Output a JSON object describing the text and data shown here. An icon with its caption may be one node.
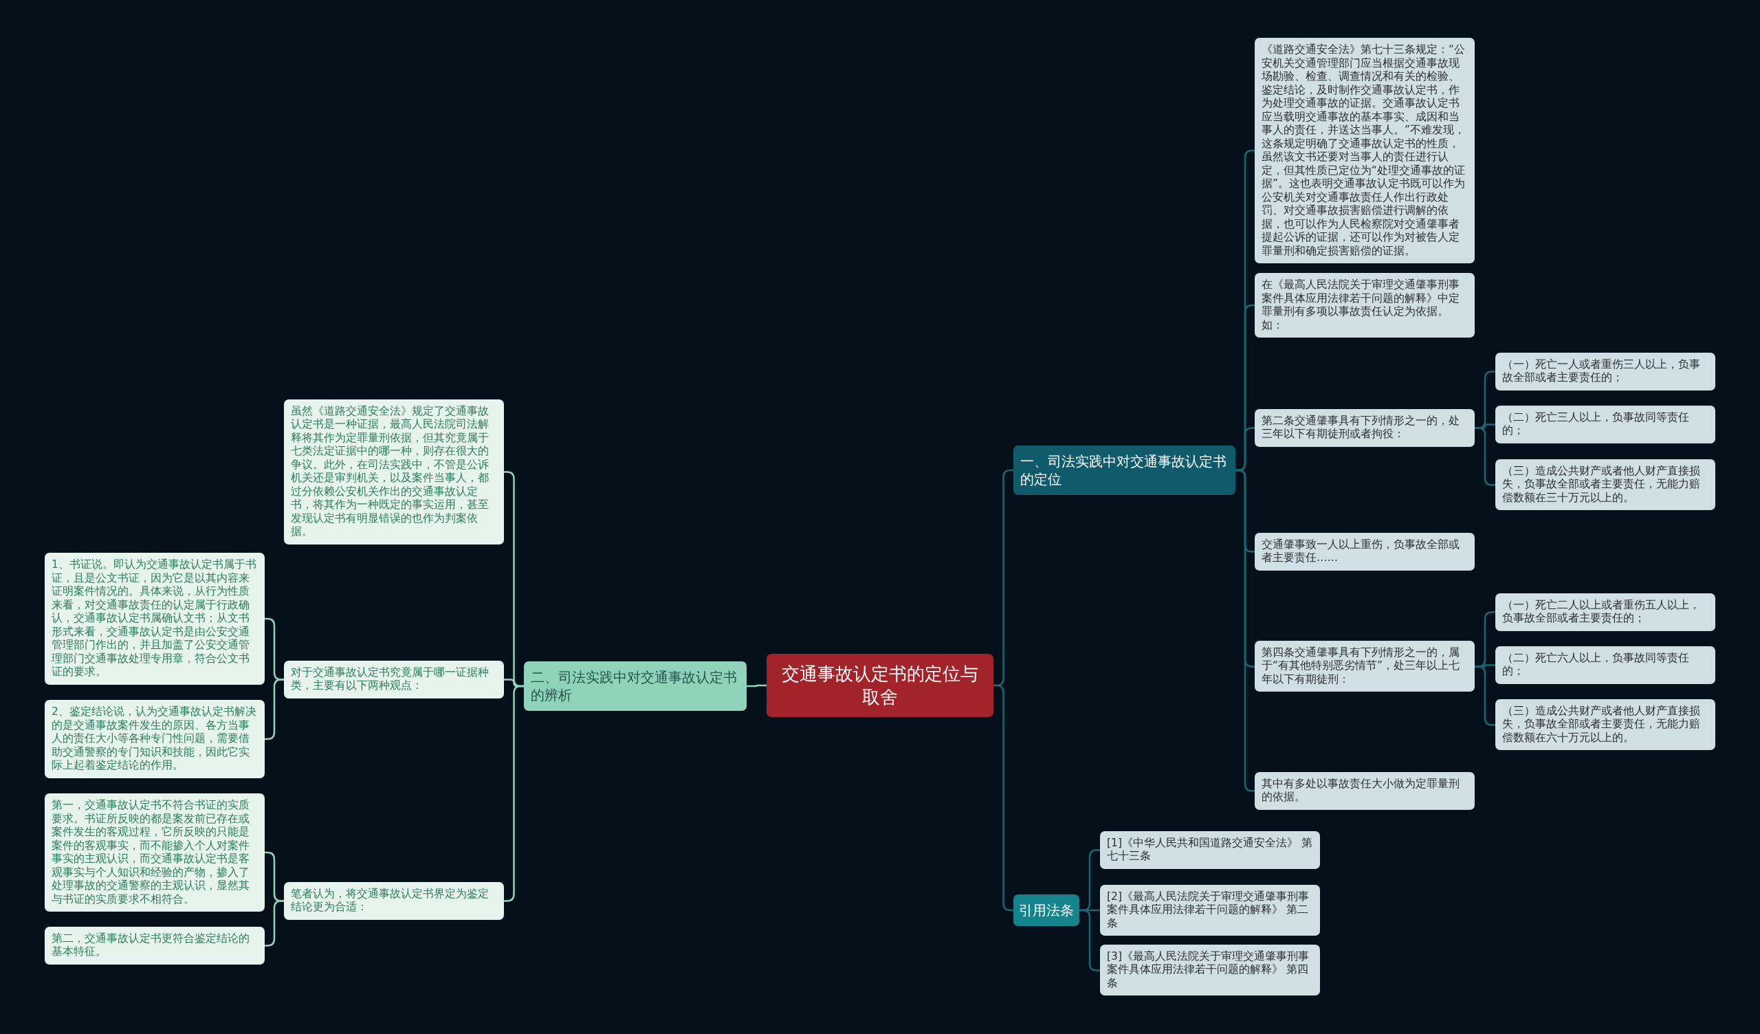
{
  "diagram": {
    "nodes": [
      {
        "text": [
          "交通事故认定书的定位与取舍"
        ]
      },
      {
        "text": [
          "一、司法实践中对交通事故认定书的定位"
        ]
      },
      {
        "text": [
          "《道路交通安全法》第七十三条规定：“公安机关交通管理部门应当根据交通事故现场勘验、检查、调查情况和有关的检验、鉴定结论，及时制作交通事故认定书，作为处理交通事故的证据。交通事故认定书应当载明交通事故的基本事实、成因和当事人的责任，并送达当事人。”不难发现，这条规定明确了交通事故认定书的性质，虽然该文书还要对当事人的责任进行认定，但其性质已定位为“处理交通事故的证据”。这也表明交通事故认定书既可以作为公安机关对交通事故责任人作出行政处罚、对交通事故损害赔偿进行调解的依据，也可以作为人民检察院对交通肇事者提起公诉的证据，还可以作为对被告人定罪量刑和确定损害赔偿的证据。"
        ]
      },
      {
        "text": [
          "在《最高人民法院关于审理交通肇事刑事案件具体应用法律若干问题的解释》中定罪量刑有多项以事故责任认定为依据。如："
        ]
      },
      {
        "text": [
          "第二条交通肇事具有下列情形之一的，处三年以下有期徒刑或者拘役："
        ]
      },
      {
        "text": [
          "（一）死亡一人或者重伤三人以上，负事故全部或者主要责任的；"
        ]
      },
      {
        "text": [
          "（二）死亡三人以上，负事故同等责任的；"
        ]
      },
      {
        "text": [
          "（三）造成公共财产或者他人财产直接损失，负事故全部或者主要责任，无能力赔偿数额在三十万元以上的。"
        ]
      },
      {
        "text": [
          "交通肇事致一人以上重伤，负事故全部或者主要责任……"
        ]
      },
      {
        "text": [
          "第四条交通肇事具有下列情形之一的，属于“有其他特别恶劣情节”，处三年以上七年以下有期徒刑："
        ]
      },
      {
        "text": [
          "（一）死亡二人以上或者重伤五人以上，负事故全部或者主要责任的；"
        ]
      },
      {
        "text": [
          "（二）死亡六人以上，负事故同等责任的；"
        ]
      },
      {
        "text": [
          "（三）造成公共财产或者他人财产直接损失，负事故全部或者主要责任，无能力赔偿数额在六十万元以上的。"
        ]
      },
      {
        "text": [
          "其中有多处以事故责任大小做为定罪量刑的依据。"
        ]
      },
      {
        "text": [
          "引用法条"
        ]
      },
      {
        "text": [
          "[1]《中华人民共和国道路交通安全法》 第七十三条"
        ]
      },
      {
        "text": [
          "[2]《最高人民法院关于审理交通肇事刑事案件具体应用法律若干问题的解释》 第二条"
        ]
      },
      {
        "text": [
          "[3]《最高人民法院关于审理交通肇事刑事案件具体应用法律若干问题的解释》 第四条"
        ]
      },
      {
        "text": [
          "二、司法实践中对交通事故认定书的辨析"
        ]
      },
      {
        "text": [
          "虽然《道路交通安全法》规定了交通事故认定书是一种证据，最高人民法院司法解释将其作为定罪量刑依据，但其究竟属于七类法定证据中的哪一种，则存在很大的争议。此外，在司法实践中，不管是公诉机关还是审判机关，以及案件当事人，都过分依赖公安机关作出的交通事故认定书，将其作为一种既定的事实运用，甚至发现认定书有明显错误的也作为判案依据。"
        ]
      },
      {
        "text": [
          "对于交通事故认定书究竟属于哪一证据种类，主要有以下两种观点："
        ]
      },
      {
        "text": [
          "1、书证说。即认为交通事故认定书属于书证，且是公文书证，因为它是以其内容来证明案件情况的。具体来说，从行为性质来看，对交通事故责任的认定属于行政确认，交通事故认定书属确认文书；从文书形式来看，交通事故认定书是由公安交通管理部门作出的，并且加盖了公安交通管理部门交通事故处理专用章，符合公文书证的要求。"
        ]
      },
      {
        "text": [
          "2、鉴定结论说，认为交通事故认定书解决的是交通事故案件发生的原因、各方当事人的责任大小等各种专门性问题，需要借助交通警察的专门知识和技能，因此它实际上起着鉴定结论的作用。"
        ]
      },
      {
        "text": [
          "笔者认为，将交通事故认定书界定为鉴定结论更为合适："
        ]
      },
      {
        "text": [
          "第一，交通事故认定书不符合书证的实质要求。书证所反映的都是案发前已存在或案件发生的客观过程，它所反映的只能是案件的客观事实，而不能掺入个人对案件事实的主观认识，而交通事故认定书是客观事实与个人知识和经验的产物，掺入了处理事故的交通警察的主观认识，显然其与书证的实质要求不相符合。"
        ]
      },
      {
        "text": [
          "第二，交通事故认定书更符合鉴定结论的基本特征。"
        ]
      }
    ],
    "edges": [
      {
        "from": 0,
        "to": 1,
        "arrow": "none"
      },
      {
        "from": 1,
        "to": 2,
        "arrow": "none"
      },
      {
        "from": 1,
        "to": 3,
        "arrow": "none"
      },
      {
        "from": 1,
        "to": 4,
        "arrow": "none"
      },
      {
        "from": 4,
        "to": 5,
        "arrow": "none"
      },
      {
        "from": 4,
        "to": 6,
        "arrow": "none"
      },
      {
        "from": 4,
        "to": 7,
        "arrow": "none"
      },
      {
        "from": 1,
        "to": 8,
        "arrow": "none"
      },
      {
        "from": 1,
        "to": 9,
        "arrow": "none"
      },
      {
        "from": 9,
        "to": 10,
        "arrow": "none"
      },
      {
        "from": 9,
        "to": 11,
        "arrow": "none"
      },
      {
        "from": 9,
        "to": 12,
        "arrow": "none"
      },
      {
        "from": 1,
        "to": 13,
        "arrow": "none"
      },
      {
        "from": 0,
        "to": 14,
        "arrow": "none"
      },
      {
        "from": 14,
        "to": 15,
        "arrow": "none"
      },
      {
        "from": 14,
        "to": 16,
        "arrow": "none"
      },
      {
        "from": 14,
        "to": 17,
        "arrow": "none"
      },
      {
        "from": 0,
        "to": 18,
        "arrow": "none",
        "color": "#8fd3bb"
      },
      {
        "from": 18,
        "to": 19,
        "arrow": "none",
        "color": "#8fd3bb"
      },
      {
        "from": 18,
        "to": 20,
        "arrow": "none",
        "color": "#8fd3bb"
      },
      {
        "from": 20,
        "to": 21,
        "arrow": "none",
        "color": "#8fd3bb"
      },
      {
        "from": 20,
        "to": 22,
        "arrow": "none",
        "color": "#8fd3bb"
      },
      {
        "from": 18,
        "to": 23,
        "arrow": "none",
        "color": "#8fd3bb"
      },
      {
        "from": 23,
        "to": 24,
        "arrow": "none",
        "color": "#8fd3bb"
      },
      {
        "from": 23,
        "to": 25,
        "arrow": "none",
        "color": "#8fd3bb"
      }
    ]
  }
}
